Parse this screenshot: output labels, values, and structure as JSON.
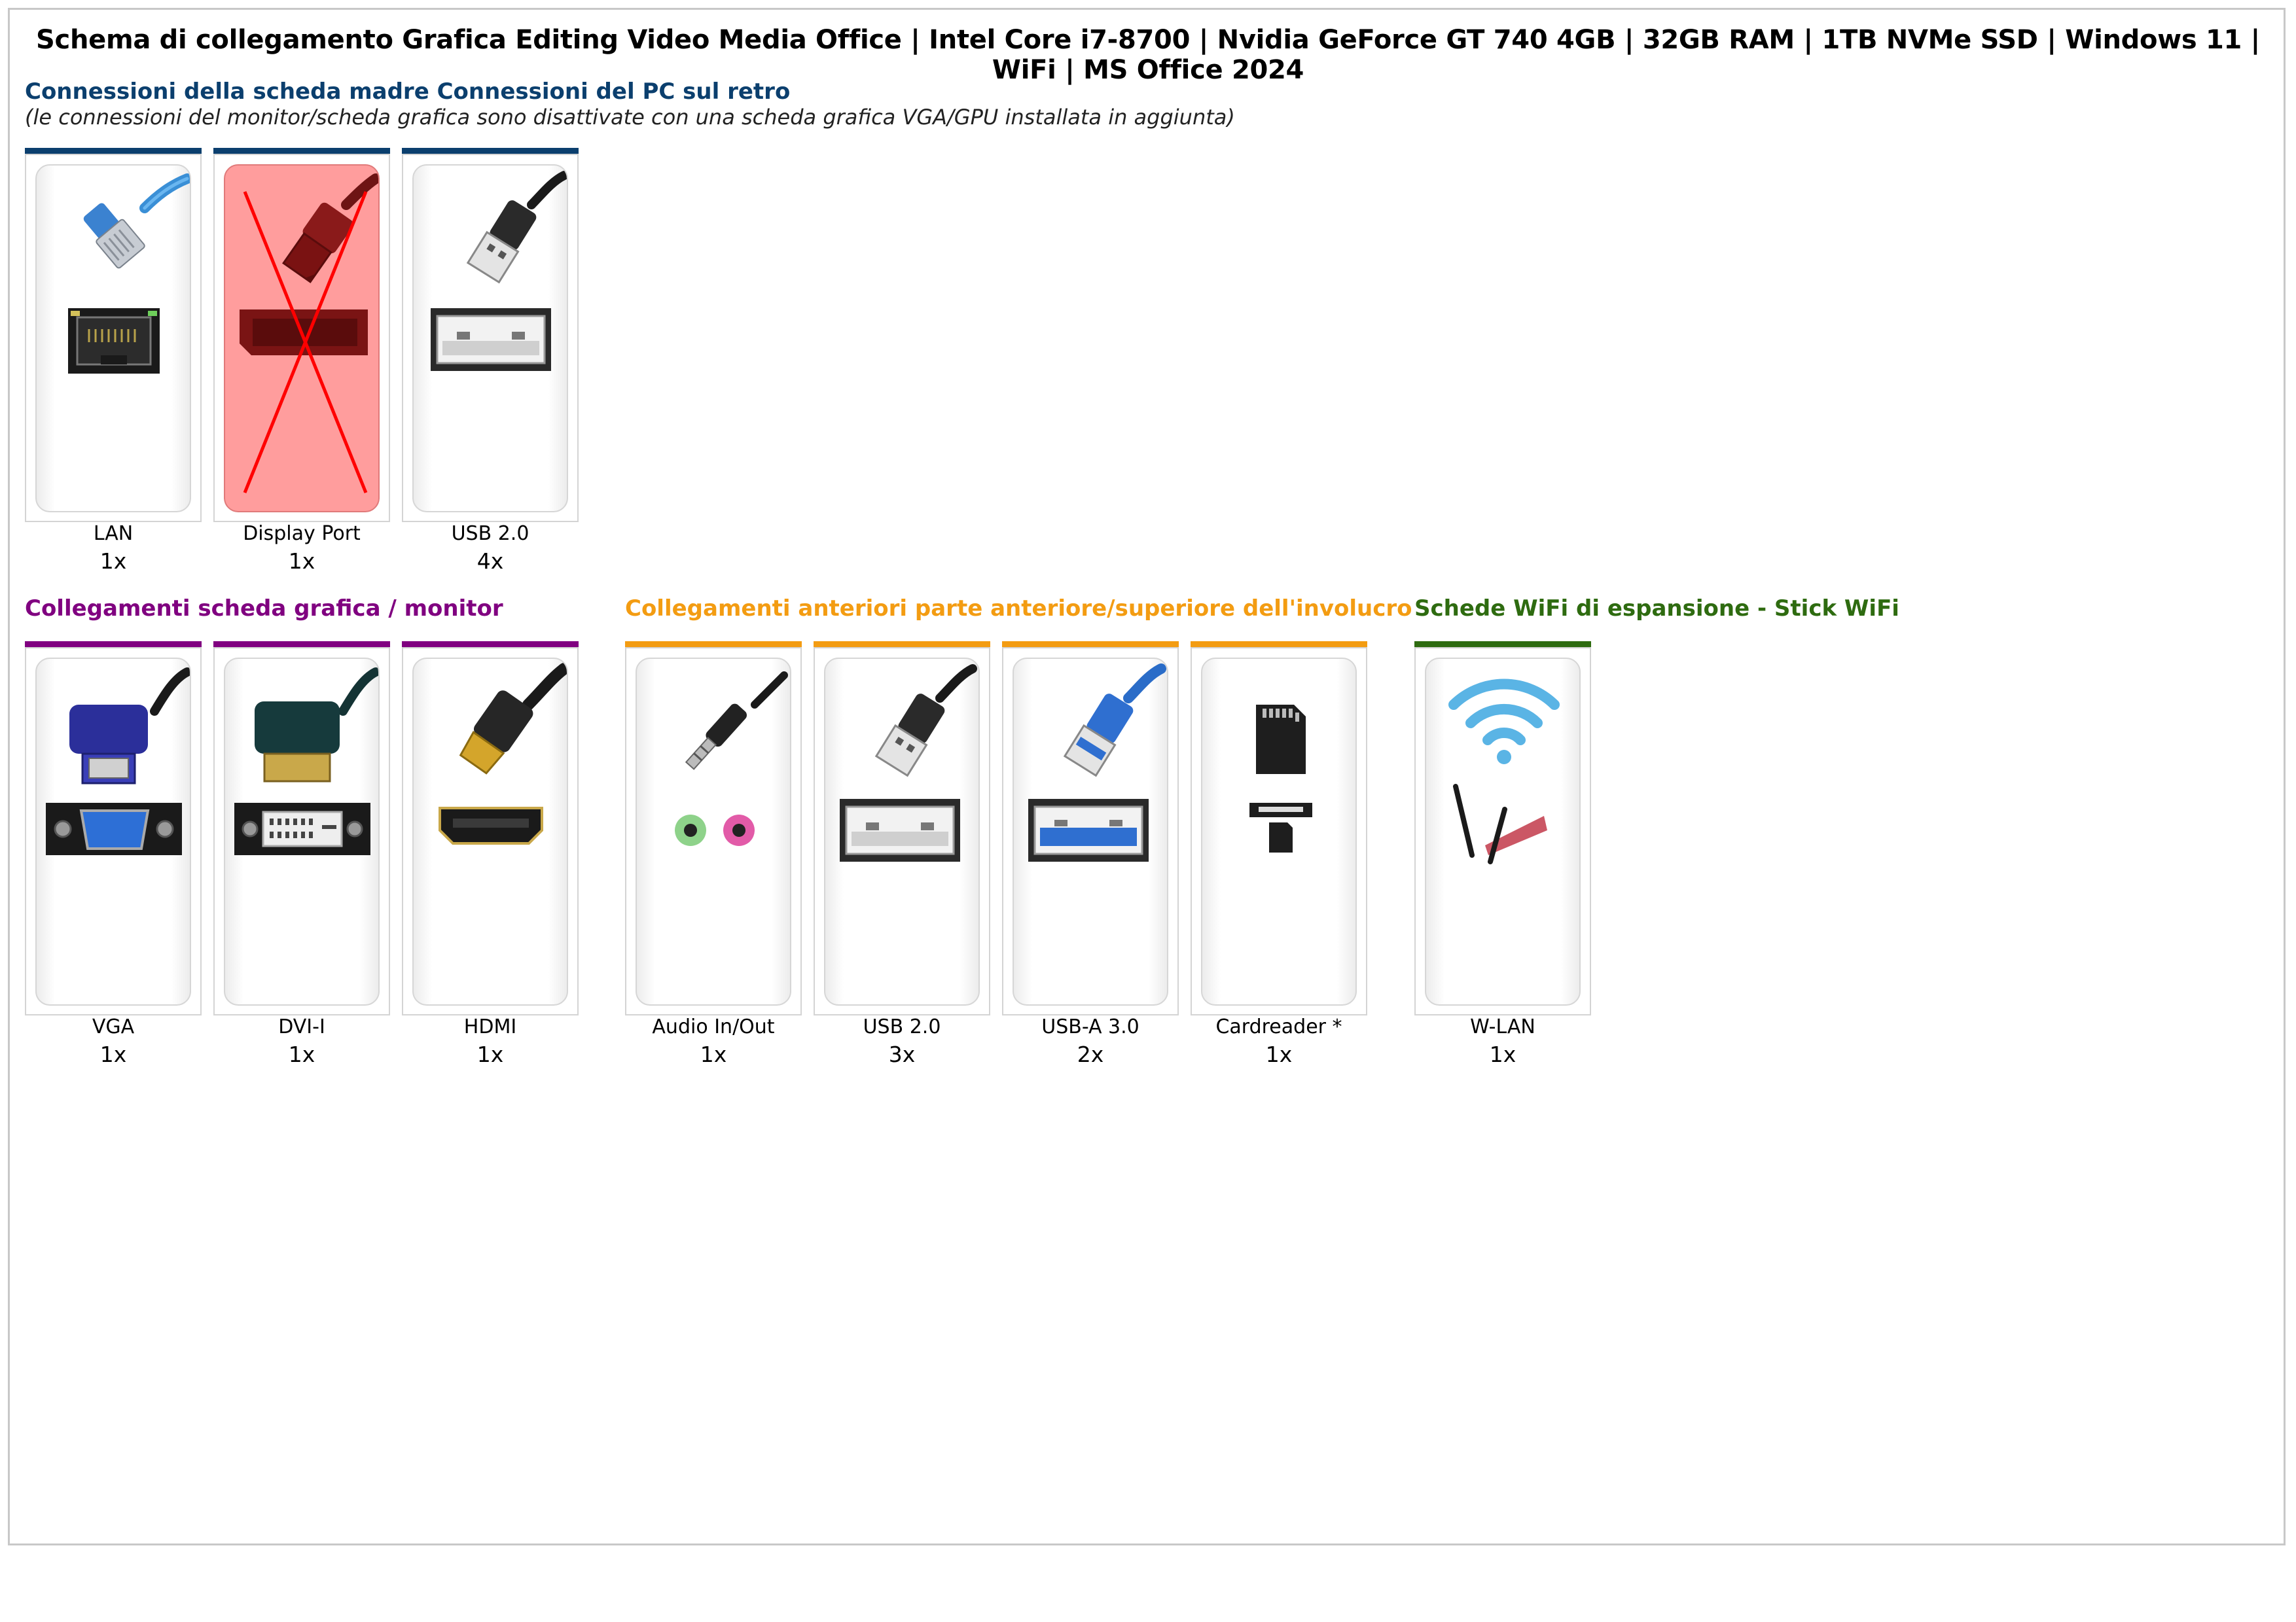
{
  "title": "Schema di collegamento Grafica Editing Video Media Office | Intel Core i7-8700 | Nvidia GeForce GT 740 4GB | 32GB RAM | 1TB NVMe SSD | Windows 11 | WiFi | MS Office 2024",
  "colors": {
    "motherboard": "#0b3f6e",
    "graphics": "#800080",
    "front": "#f39c12",
    "wifi": "#2e6b10",
    "disabled": "#ff9d9d"
  },
  "sections": {
    "motherboard": {
      "title": "Connessioni della scheda madre Connessioni del PC sul retro",
      "subtitle": "(le connessioni del monitor/scheda grafica sono disattivate con una scheda grafica VGA/GPU installata in aggiunta)",
      "ports": [
        {
          "label": "LAN",
          "count": "1x",
          "icon": "lan-icon",
          "disabled": false
        },
        {
          "label": "Display Port",
          "count": "1x",
          "icon": "displayport-icon",
          "disabled": true
        },
        {
          "label": "USB 2.0",
          "count": "4x",
          "icon": "usb-2-icon",
          "disabled": false
        }
      ]
    },
    "graphics": {
      "title": "Collegamenti scheda grafica / monitor",
      "ports": [
        {
          "label": "VGA",
          "count": "1x",
          "icon": "vga-icon"
        },
        {
          "label": "DVI-I",
          "count": "1x",
          "icon": "dvi-icon"
        },
        {
          "label": "HDMI",
          "count": "1x",
          "icon": "hdmi-icon"
        }
      ]
    },
    "front": {
      "title": "Collegamenti anteriori parte anteriore/superiore dell'involucro",
      "ports": [
        {
          "label": "Audio In/Out",
          "count": "1x",
          "icon": "audio-jack-icon"
        },
        {
          "label": "USB 2.0",
          "count": "3x",
          "icon": "usb-2-icon"
        },
        {
          "label": "USB-A 3.0",
          "count": "2x",
          "icon": "usb-3-icon"
        },
        {
          "label": "Cardreader *",
          "count": "1x",
          "icon": "sd-card-icon"
        }
      ]
    },
    "wifi": {
      "title": "Schede WiFi di espansione - Stick WiFi",
      "ports": [
        {
          "label": "W-LAN",
          "count": "1x",
          "icon": "wifi-icon"
        }
      ]
    }
  }
}
